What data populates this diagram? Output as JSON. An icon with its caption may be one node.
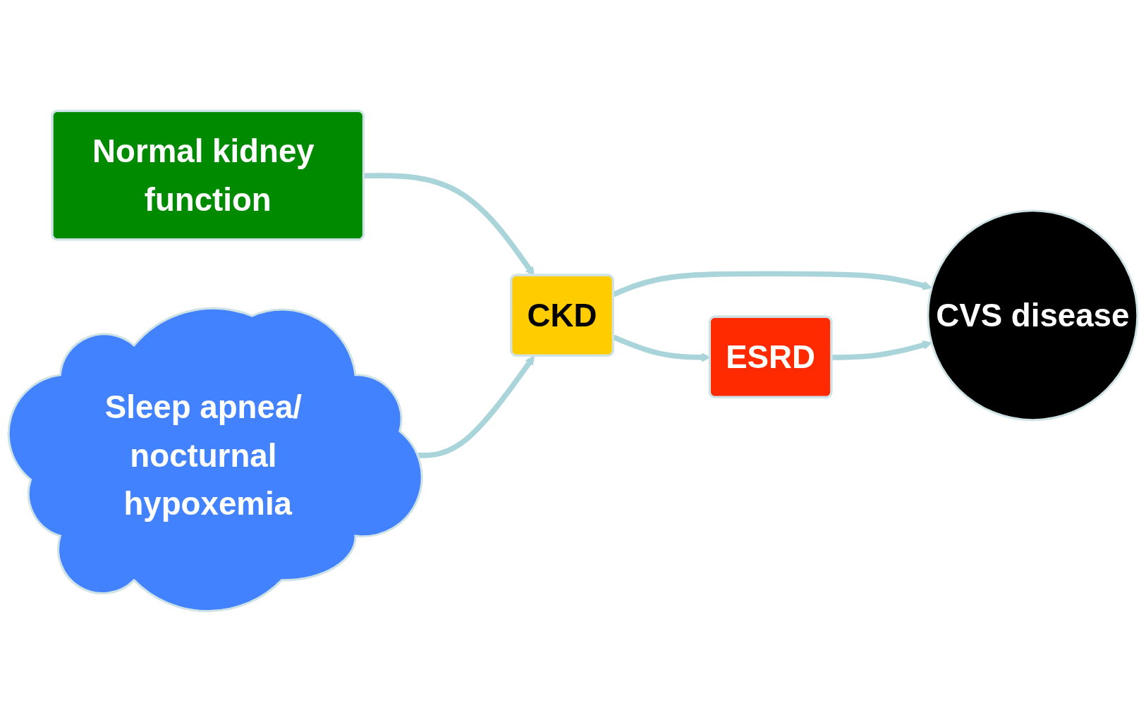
{
  "diagram": {
    "nodes": [
      {
        "text": [
          "Normal kidney function"
        ]
      },
      {
        "text": [
          "CKD"
        ]
      },
      {
        "text": [
          "ESRD"
        ]
      },
      {
        "text": [
          "Sleep apnea/ nocturnal hypoxemia"
        ]
      },
      {
        "text": [
          "CVS disease"
        ]
      }
    ],
    "edges": [
      {
        "from": 0,
        "to": 1,
        "arrow": "to"
      },
      {
        "from": 1,
        "to": 2,
        "arrow": "to"
      },
      {
        "from": 3,
        "to": 1,
        "arrow": "to"
      },
      {
        "from": 1,
        "to": 4,
        "arrow": "to"
      },
      {
        "from": 2,
        "to": 4,
        "arrow": "to"
      }
    ]
  }
}
